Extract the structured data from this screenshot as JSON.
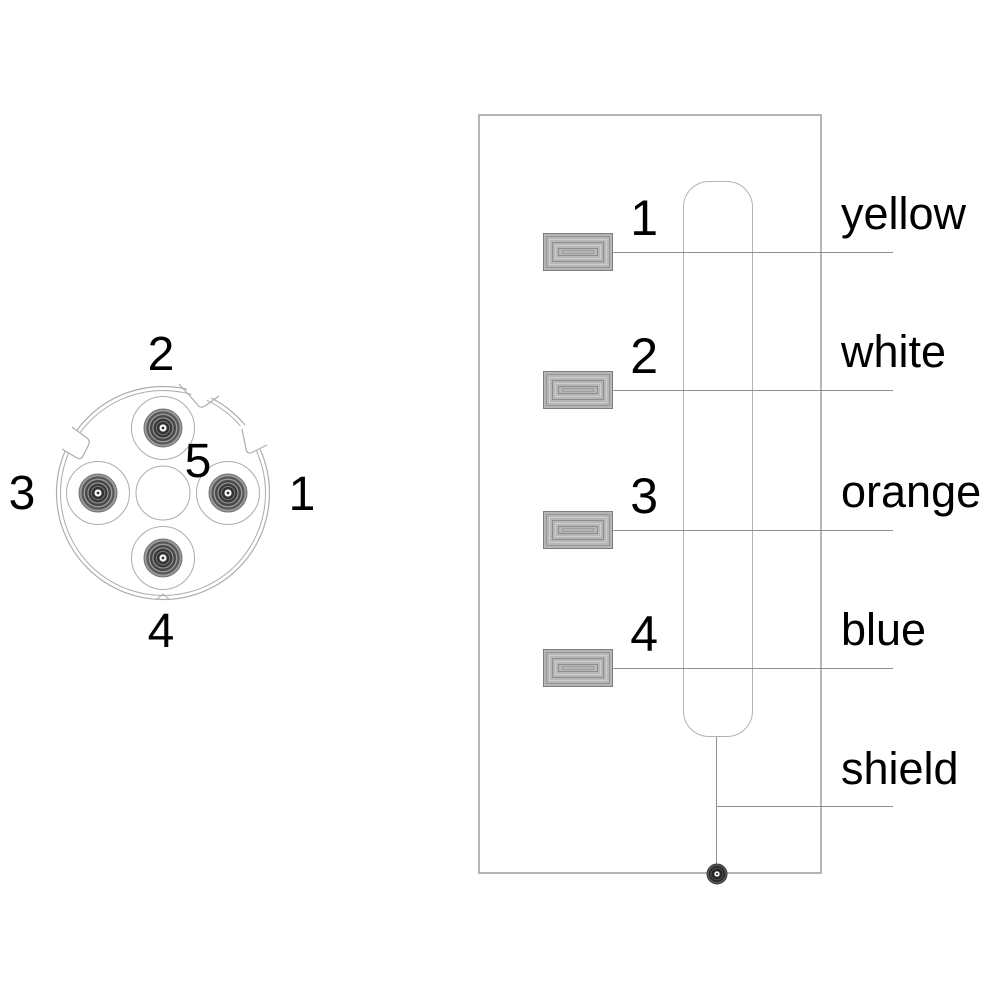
{
  "connector_face": {
    "pins": [
      {
        "label": "1",
        "position": "right"
      },
      {
        "label": "2",
        "position": "top"
      },
      {
        "label": "3",
        "position": "left"
      },
      {
        "label": "4",
        "position": "bottom"
      },
      {
        "label": "5",
        "position": "center"
      }
    ]
  },
  "wiring": {
    "rows": [
      {
        "pin": "1",
        "wire": "yellow"
      },
      {
        "pin": "2",
        "wire": "white"
      },
      {
        "pin": "3",
        "wire": "orange"
      },
      {
        "pin": "4",
        "wire": "blue"
      }
    ],
    "shield": {
      "label": "shield"
    }
  },
  "icons": {
    "connector_face": "connector-face-icon",
    "socket_contact": "socket-contact-icon",
    "terminal_block": "terminal-block-icon",
    "ground_contact": "ground-contact-icon"
  },
  "colors": {
    "background": "#ffffff",
    "outline_gray": "#adadad",
    "wire_gray": "#8f8f8f",
    "terminal_fill": "#b6b6b6",
    "text": "#000000"
  }
}
